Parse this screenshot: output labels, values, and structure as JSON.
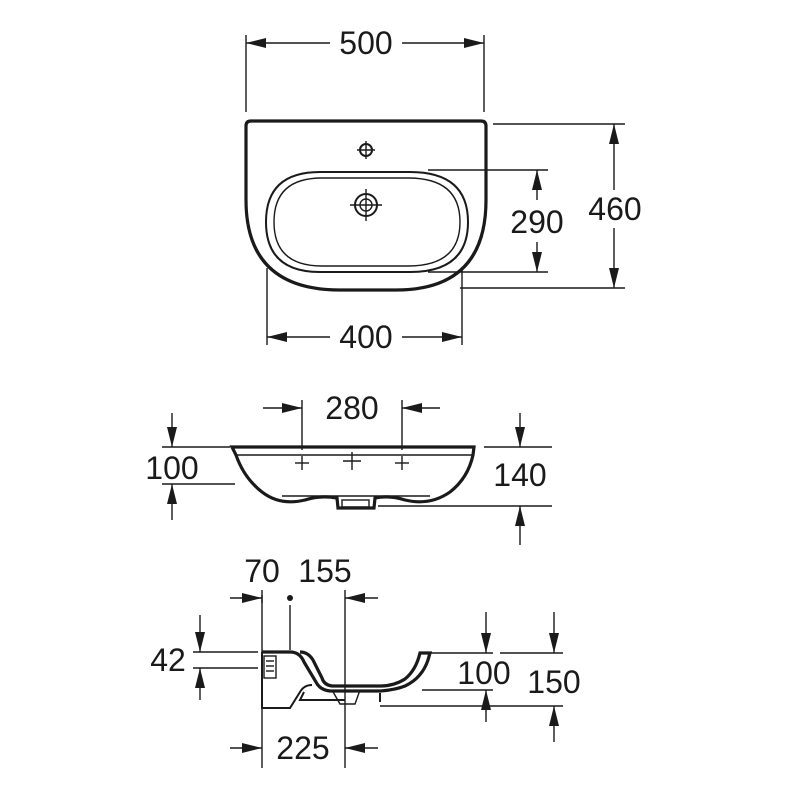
{
  "top_view": {
    "overall_width": "500",
    "overall_depth": "460",
    "bowl_depth": "290",
    "bowl_width": "400"
  },
  "front_view": {
    "tap_hole_spacing": "280",
    "rim_height": "100",
    "total_height": "140"
  },
  "side_view": {
    "dim_70": "70",
    "dim_155": "155",
    "dim_42": "42",
    "dim_100": "100",
    "dim_150": "150",
    "dim_225": "225"
  }
}
